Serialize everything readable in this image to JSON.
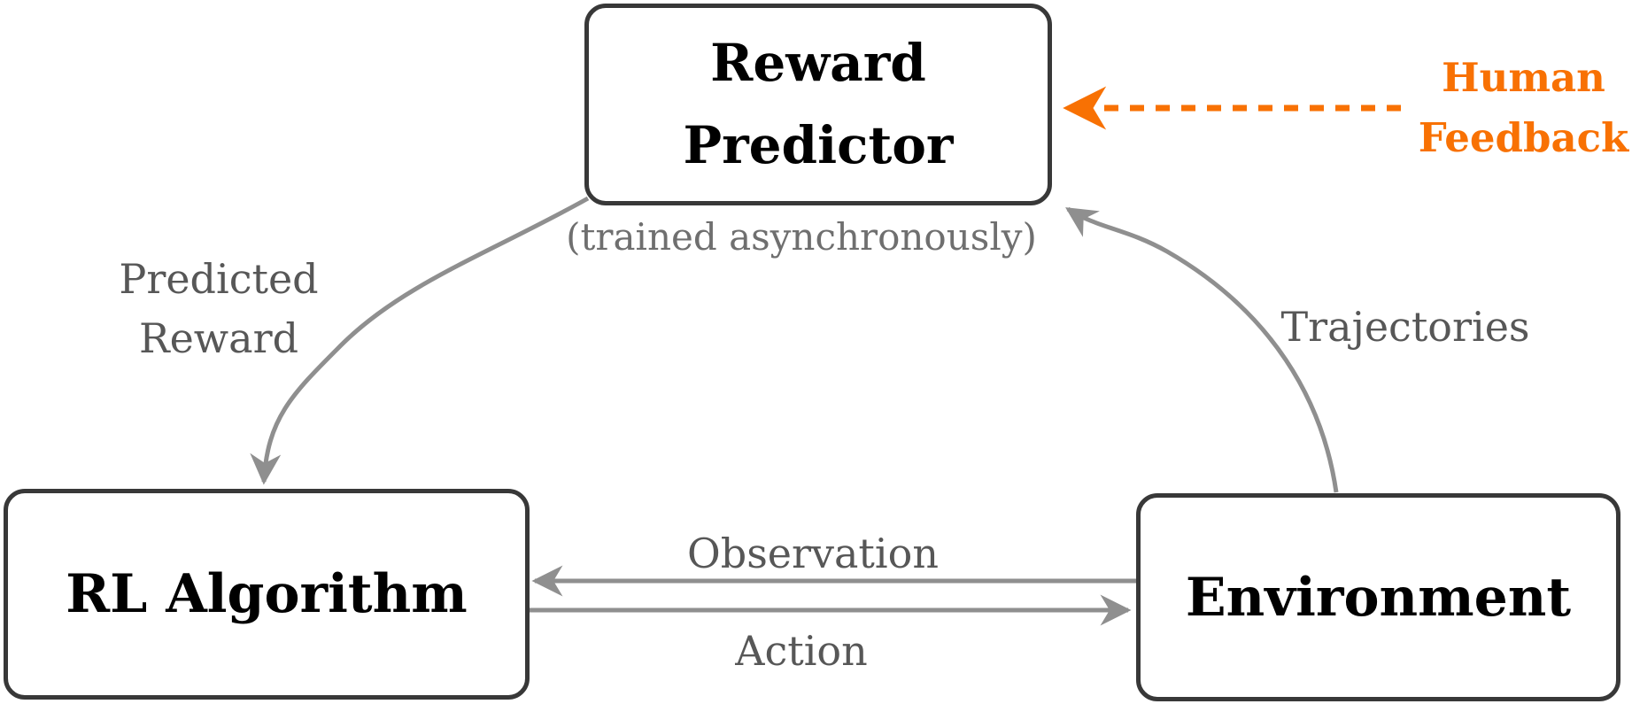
{
  "nodes": {
    "reward_predictor": {
      "line1": "Reward",
      "line2": "Predictor"
    },
    "rl_algorithm": {
      "label": "RL Algorithm"
    },
    "environment": {
      "label": "Environment"
    }
  },
  "edge_labels": {
    "predicted_reward": {
      "line1": "Predicted",
      "line2": "Reward"
    },
    "trajectories": "Trajectories",
    "observation": "Observation",
    "action": "Action",
    "trained_async": "(trained asynchronously)",
    "human_feedback": {
      "line1": "Human",
      "line2": "Feedback"
    }
  },
  "colors": {
    "background": "#ffffff",
    "box_border": "#383838",
    "box_text": "#000000",
    "arrow": "#8f8f8f",
    "label_text": "#575757",
    "async_text": "#6f6f6f",
    "human_feedback": "#f87103"
  }
}
